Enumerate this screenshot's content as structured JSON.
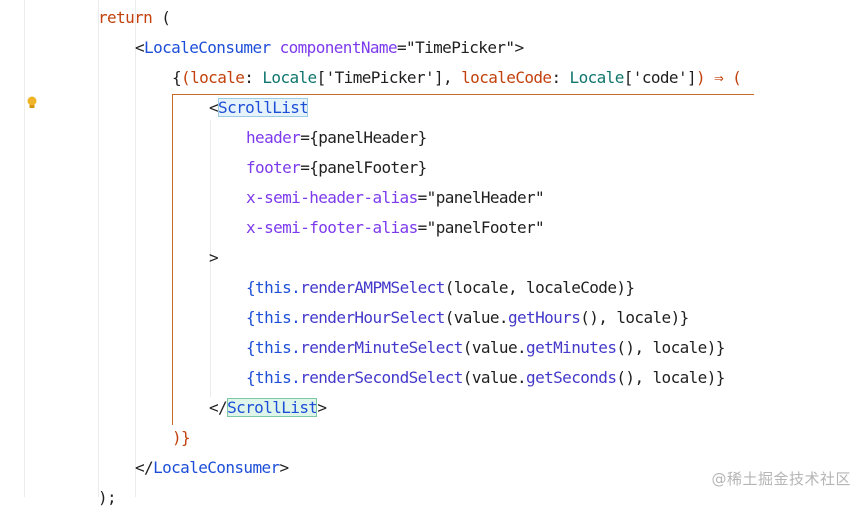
{
  "code": {
    "l1_return": "return",
    "l1_paren": " (",
    "l2_open": "<",
    "l2_tag": "LocaleConsumer",
    "l2_attr": "componentName",
    "l2_eq": "=",
    "l2_val": "\"TimePicker\"",
    "l2_close": ">",
    "l3_brace": "{",
    "l3_paren": "(",
    "l3_p1": "locale",
    "l3_colon1": ": ",
    "l3_type1": "Locale",
    "l3_idx1": "['TimePicker']",
    "l3_comma": ", ",
    "l3_p2": "localeCode",
    "l3_colon2": ": ",
    "l3_type2": "Locale",
    "l3_idx2": "['code']",
    "l3_closeparen": ")",
    "l3_arrow": " ⇒ (",
    "l4_open": "<",
    "l4_tag": "ScrollList",
    "l5_attr": "header",
    "l5_val": "={panelHeader}",
    "l6_attr": "footer",
    "l6_val": "={panelFooter}",
    "l7_attr": "x-semi-header-alias",
    "l7_val": "=\"panelHeader\"",
    "l8_attr": "x-semi-footer-alias",
    "l8_val": "=\"panelFooter\"",
    "l9_gt": ">",
    "l10_this": "{this.",
    "l10_fn": "renderAMPMSelect",
    "l10_args": "(locale, localeCode)}",
    "l11_this": "{this.",
    "l11_fn": "renderHourSelect",
    "l11_a1": "(value.",
    "l11_fn2": "getHours",
    "l11_a2": "(), locale)}",
    "l12_this": "{this.",
    "l12_fn": "renderMinuteSelect",
    "l12_a1": "(value.",
    "l12_fn2": "getMinutes",
    "l12_a2": "(), locale)}",
    "l13_this": "{this.",
    "l13_fn": "renderSecondSelect",
    "l13_a1": "(value.",
    "l13_fn2": "getSeconds",
    "l13_a2": "(), locale)}",
    "l14_open": "</",
    "l14_tag": "ScrollList",
    "l14_close": ">",
    "l15_close": ")}",
    "l16_open": "</",
    "l16_tag": "LocaleConsumer",
    "l16_close": ">",
    "l17_partial": ");"
  },
  "watermark": "@稀土掘金技术社区",
  "colors": {
    "keyword": "#c2410c",
    "tag": "#1d4ed8",
    "attribute": "#7c3aed",
    "highlight_blue": "#e7f3fb",
    "highlight_green": "#dff5ea",
    "scope_border": "#c76a2a"
  },
  "icons": {
    "gutter": "lightbulb-icon"
  }
}
